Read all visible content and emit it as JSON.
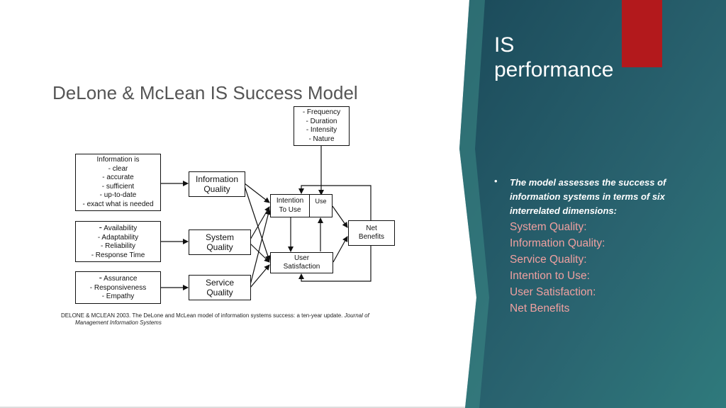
{
  "diagram": {
    "title": "DeLone & McLean IS Success Model",
    "boxes": {
      "use_measures": [
        "- Frequency",
        "- Duration",
        "- Intensity",
        "- Nature"
      ],
      "info_attributes": [
        "Information is",
        "- clear",
        "- accurate",
        "- sufficient",
        "- up-to-date",
        "- exact what is needed"
      ],
      "system_attributes": {
        "dash": "-",
        "first": "Availability",
        "rest": [
          "- Adaptability",
          "- Reliability",
          "- Response Time"
        ]
      },
      "service_attributes": {
        "dash": "-",
        "first": "Assurance",
        "rest": [
          "- Responsiveness",
          "- Empathy"
        ]
      },
      "information_quality": [
        "Information",
        "Quality"
      ],
      "system_quality": [
        "System",
        "Quality"
      ],
      "service_quality": [
        "Service",
        "Quality"
      ],
      "intention_to_use": [
        "Intention",
        "To Use"
      ],
      "use": "Use",
      "user_satisfaction": [
        "User",
        "Satisfaction"
      ],
      "net_benefits": [
        "Net",
        "Benefits"
      ]
    },
    "citation": {
      "text": "DELONE & MCLEAN 2003. The DeLone and McLean model of information systems success: a ten-year update.",
      "journal_first": "Journal of",
      "journal_rest": "Management Information Systems"
    }
  },
  "slide": {
    "title_lines": [
      "IS",
      "performance"
    ],
    "bullet": {
      "symbol": "•",
      "text": "The model assesses the success of information systems in terms of six interrelated dimensions:"
    },
    "dimensions": [
      "System Quality:",
      "Information Quality:",
      "Service Quality:",
      "Intention to Use:",
      "User Satisfaction:",
      "Net Benefits"
    ]
  },
  "colors": {
    "panel_dark": "#0f3848",
    "panel_teal": "#2a6a72",
    "accent_red": "#b3191c",
    "dimension_text": "#f0a0a0"
  }
}
